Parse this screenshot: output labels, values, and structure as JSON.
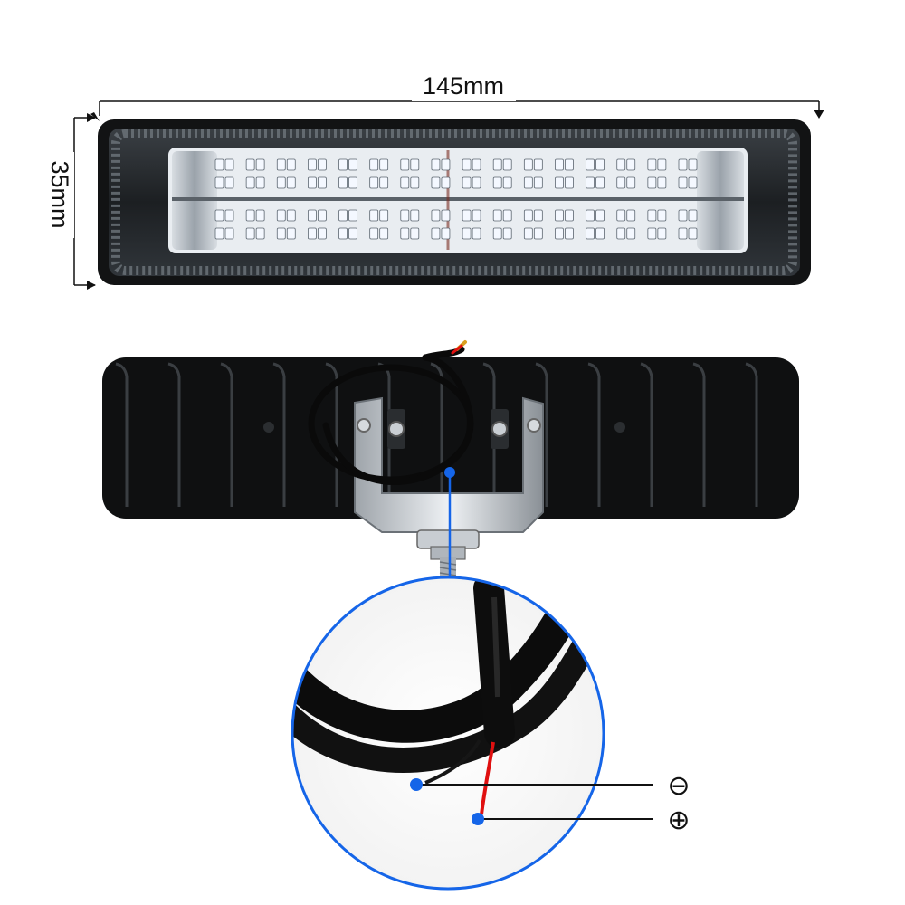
{
  "dimensions": {
    "width_label": "145mm",
    "height_label": "35mm"
  },
  "wiring": {
    "negative_symbol": "⊖",
    "positive_symbol": "⊕"
  },
  "colors": {
    "accent_blue": "#1565e8",
    "housing_black": "#111111",
    "positive_wire": "#e01010",
    "led_white": "#f4f8ff"
  },
  "led_rows": {
    "columns_per_row": 16,
    "rows": 2
  }
}
